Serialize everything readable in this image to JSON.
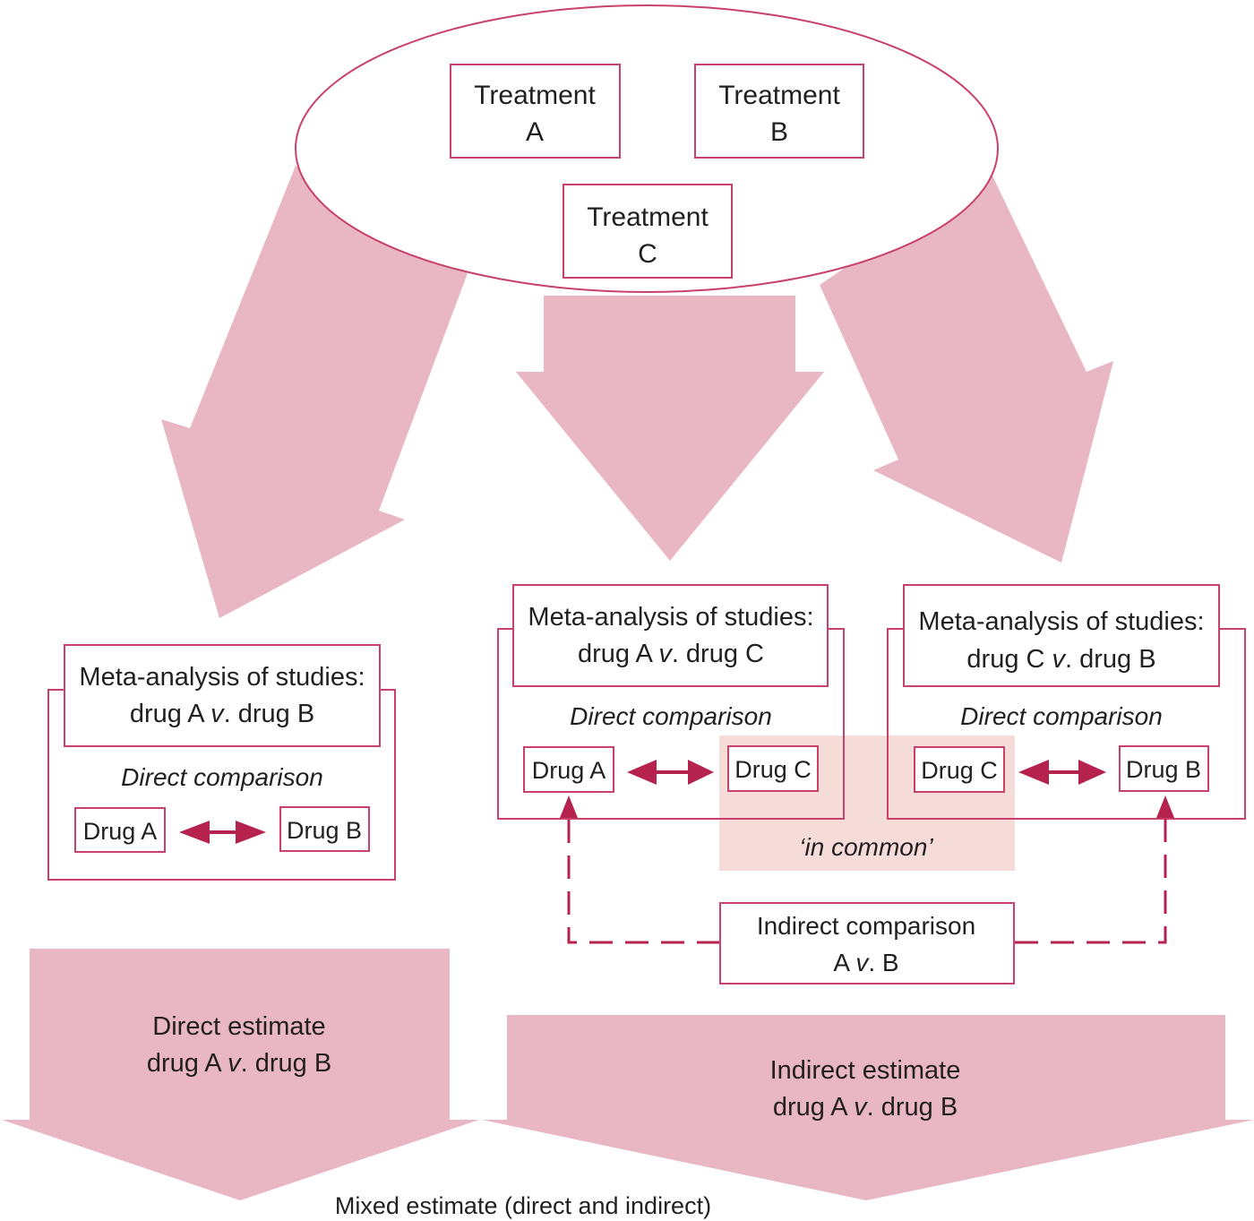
{
  "colors": {
    "arrow_fill": "#e8b7c3",
    "border": "#c8416a",
    "accent_arrow": "#b5224d",
    "common_fill": "#f6dcd8",
    "text": "#231f20"
  },
  "treatments": [
    {
      "line1": "Treatment",
      "line2": "A"
    },
    {
      "line1": "Treatment",
      "line2": "B"
    },
    {
      "line1": "Treatment",
      "line2": "C"
    }
  ],
  "meta_analyses": [
    {
      "title_line1": "Meta-analysis of studies:",
      "title_prefix": "drug A ",
      "title_v": "v",
      "title_suffix": ". drug B",
      "subtitle": "Direct comparison",
      "left_drug": "Drug A",
      "right_drug": "Drug B"
    },
    {
      "title_line1": "Meta-analysis of studies:",
      "title_prefix": "drug A ",
      "title_v": "v",
      "title_suffix": ". drug C",
      "subtitle": "Direct comparison",
      "left_drug": "Drug A",
      "right_drug": "Drug C"
    },
    {
      "title_line1": "Meta-analysis of studies:",
      "title_prefix": "drug C ",
      "title_v": "v",
      "title_suffix": ". drug B",
      "subtitle": "Direct comparison",
      "left_drug": "Drug C",
      "right_drug": "Drug B"
    }
  ],
  "in_common_label": "‘in common’",
  "indirect_comparison": {
    "line1": "Indirect comparison",
    "line2_prefix": "A ",
    "line2_v": "v",
    "line2_suffix": ". B"
  },
  "direct_estimate": {
    "line1": "Direct estimate",
    "line2_prefix": "drug A ",
    "line2_v": "v",
    "line2_suffix": ". drug B"
  },
  "indirect_estimate": {
    "line1": "Indirect estimate",
    "line2_prefix": "drug A ",
    "line2_v": "v",
    "line2_suffix": ". drug B"
  },
  "mixed_estimate_label": "Mixed estimate (direct and indirect)"
}
